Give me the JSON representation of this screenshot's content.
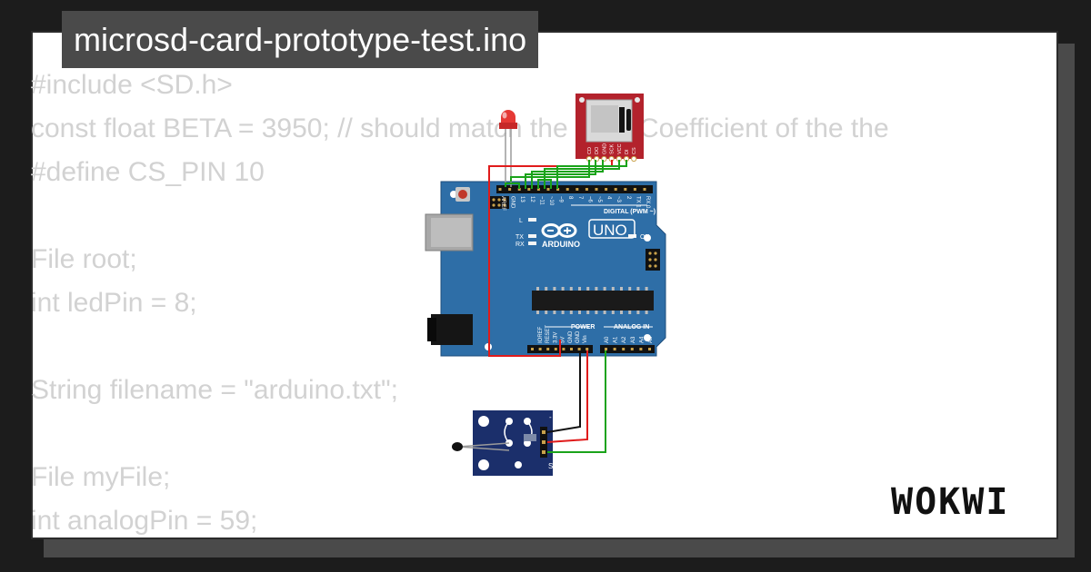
{
  "project": {
    "filename": "microsd-card-prototype-test.ino"
  },
  "code_lines": [
    "#include <SD.h>",
    "const float BETA = 3950; // should match the Beta Coefficient of the the",
    "#define CS_PIN 10",
    "",
    "File root;",
    "int ledPin = 8;",
    "",
    "String filename = \"arduino.txt\";",
    "",
    "File myFile;",
    "int analogPin = 59;"
  ],
  "board": {
    "brand": "ARDUINO",
    "model": "UNO",
    "digital_header_label": "DIGITAL (PWM ~)",
    "power_label": "POWER",
    "analog_label": "ANALOG IN",
    "on_label": "ON",
    "led_labels": [
      "L",
      "TX",
      "RX"
    ],
    "top_pins": [
      "AREF",
      "GND",
      "13",
      "12",
      "~11",
      "~10",
      "~9",
      "8",
      "7",
      "~6",
      "~5",
      "4",
      "~3",
      "2",
      "TX 1",
      "RX 0"
    ],
    "power_pins": [
      "IOREF",
      "RESET",
      "3.3V",
      "5V",
      "GND",
      "GND",
      "Vin"
    ],
    "analog_pins": [
      "A0",
      "A1",
      "A2",
      "A3",
      "A4",
      "A5"
    ]
  },
  "sd_module": {
    "pins": [
      "CD",
      "DO",
      "GND",
      "SCK",
      "VCC",
      "DI",
      "CS"
    ]
  },
  "sensor_module": {
    "pins": [
      "-",
      "",
      "S"
    ]
  },
  "colors": {
    "board": "#2e6ea7",
    "sd_module": "#b3222c",
    "sensor": "#1b2f6b",
    "wire_green": "#1aa31a",
    "wire_red": "#e01b1b",
    "wire_black": "#111111",
    "code_text": "#d2d2d2",
    "title_bg": "#4a4a4a"
  },
  "watermark": {
    "text": "WOKWI"
  }
}
